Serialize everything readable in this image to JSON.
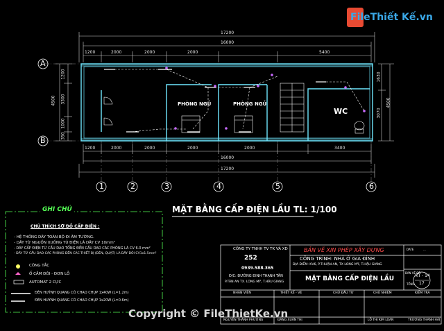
{
  "watermark": {
    "brand": "FileThiết Kế.vn",
    "copyright": "Copyright © FileThietKe.vn"
  },
  "plan": {
    "overall_dim": "17200",
    "inner_dim": "16000",
    "top_segments": [
      "1200",
      "2000",
      "2000",
      "2000",
      "5400"
    ],
    "bottom_segments": [
      "1200",
      "2000",
      "2000",
      "2000",
      "2000",
      "3400"
    ],
    "left_dims": [
      "4500",
      "1200",
      "3300",
      "1000",
      "350"
    ],
    "right_dims": [
      "1630",
      "3070",
      "4500"
    ],
    "row_axes": [
      "A",
      "B"
    ],
    "col_axes": [
      "1",
      "2",
      "3",
      "4",
      "5",
      "6"
    ],
    "rooms": [
      "PHÒNG NGỦ",
      "PHÒNG NGỦ",
      "WC"
    ]
  },
  "drawing_title": "MẶT BẰNG CẤP ĐIỆN LẦU TL: 1/100",
  "notes": {
    "heading": "GHI CHÚ",
    "subheading": "CHÚ THÍCH SƠ ĐỒ CẤP ĐIỆN :",
    "lines": [
      "- HỆ THỐNG DÂY TOÀN BỘ ĐI ÂM TƯỜNG.",
      "- DÂY TỪ NGUỒN XUỐNG TỦ ĐIỆN LÀ DÂY CV 10mm²",
      "- DÂY CẤP ĐIỆN TỪ CẦU DAO TỔNG ĐẾN CẦU DAO CÁC PHÒNG LÀ CV 6.0 mm²",
      "- DÂY TỪ CẦU DAO CÁC PHÒNG ĐẾN CÁC THIẾT BỊ (ĐÈN, QUẠT) LÀ DÂY ĐÔI CV1x1.5mm²"
    ],
    "legend": [
      "CÔNG TẮC",
      "Ổ CẮM ĐÔI - ĐƠN LỖ",
      "AUTOMAT 2 CỰC",
      "ĐÈN HUỲNH QUANG CÓ CHAO CHỤP 1x40W (L=1.2m)",
      "ĐÈN HUỲNH QUANG CÓ CHAO CHỤP 1x20W (L=0.6m)"
    ]
  },
  "title_block": {
    "company": "CÔNG TY TNHH TV TK VÀ XD",
    "company_no": "252",
    "phone": "0939.588.365",
    "address_line1": "Đ/C: ĐƯỜNG ĐINH THẠNH TÂN",
    "address_line2": "P.TÂN AN TX. LONG MỸ, T.HẬU GIANG",
    "drawing_set": "BẢN VẼ XIN PHÉP XÂY DỰNG",
    "project": "CÔNG TRÌNH: NHÀ Ở GIA ĐÌNH",
    "location": "ĐỊA ĐIỂM: KV6, P.THUẬN AN, TX LONG MỸ, T.HẬU GIANG",
    "sheet_title": "MẶT BẰNG CẤP ĐIỆN LẦU",
    "sheet_no": "KT - 14",
    "sheet_total": "17",
    "row_labels": [
      "NHÂN VIÊN",
      "THIẾT KẾ - VẼ",
      "CHỦ ĐẦU TƯ",
      "CHỦ NHIỆM",
      "KIỂM TRA"
    ],
    "signers": [
      "NGUYỄN THÀNH PHƯƠNG",
      "ĐẶNG XUÂN THỊ",
      "LỖ THỊ KIM LOAN",
      "TRƯƠNG THANH HẢI"
    ],
    "side_labels": [
      "DATE",
      "...",
      "BẢN VẼ SỐ",
      "TỔNG"
    ]
  }
}
